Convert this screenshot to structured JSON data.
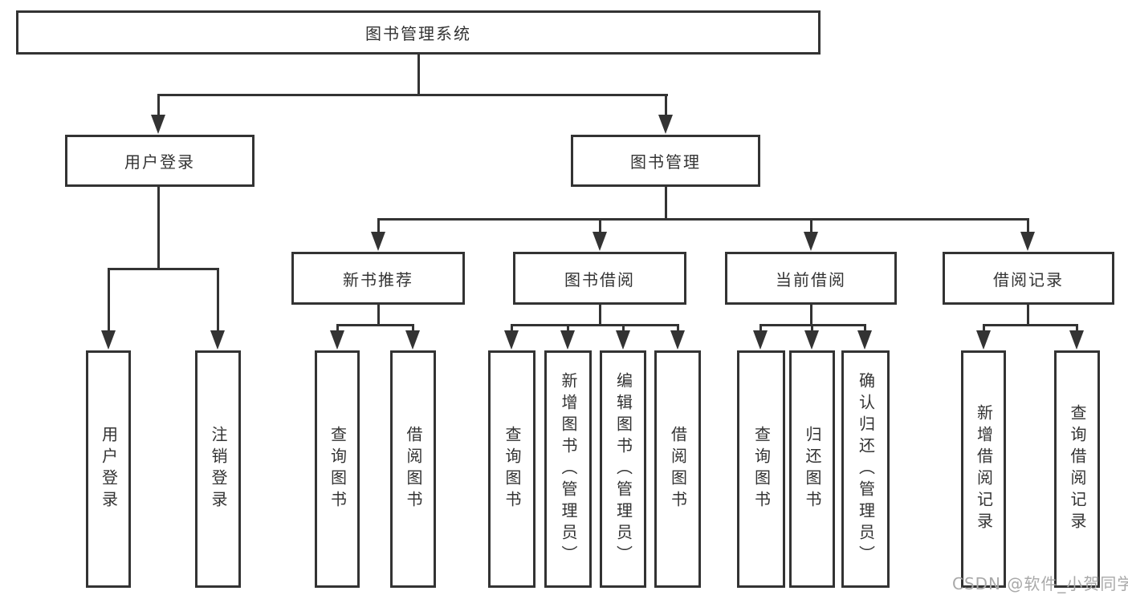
{
  "tree": {
    "root": {
      "label": "图书管理系统"
    },
    "level2": [
      {
        "label": "用户登录",
        "children": [
          {
            "label": "用户登录"
          },
          {
            "label": "注销登录"
          }
        ]
      },
      {
        "label": "图书管理",
        "children": [
          {
            "label": "新书推荐",
            "children": [
              {
                "label": "查询图书"
              },
              {
                "label": "借阅图书"
              }
            ]
          },
          {
            "label": "图书借阅",
            "children": [
              {
                "label": "查询图书"
              },
              {
                "label": "新增图书（管理员）"
              },
              {
                "label": "编辑图书（管理员）"
              },
              {
                "label": "借阅图书"
              }
            ]
          },
          {
            "label": "当前借阅",
            "children": [
              {
                "label": "查询图书"
              },
              {
                "label": "归还图书"
              },
              {
                "label": "确认归还（管理员）"
              }
            ]
          },
          {
            "label": "借阅记录",
            "children": [
              {
                "label": "新增借阅记录"
              },
              {
                "label": "查询借阅记录"
              }
            ]
          }
        ]
      }
    ]
  },
  "watermark": {
    "text": "CSDN @软件_小贺同学"
  },
  "colors": {
    "line": "#333333",
    "box_border": "#333333",
    "text": "#333333",
    "watermark": "#a9a9a9",
    "background": "#ffffff"
  }
}
